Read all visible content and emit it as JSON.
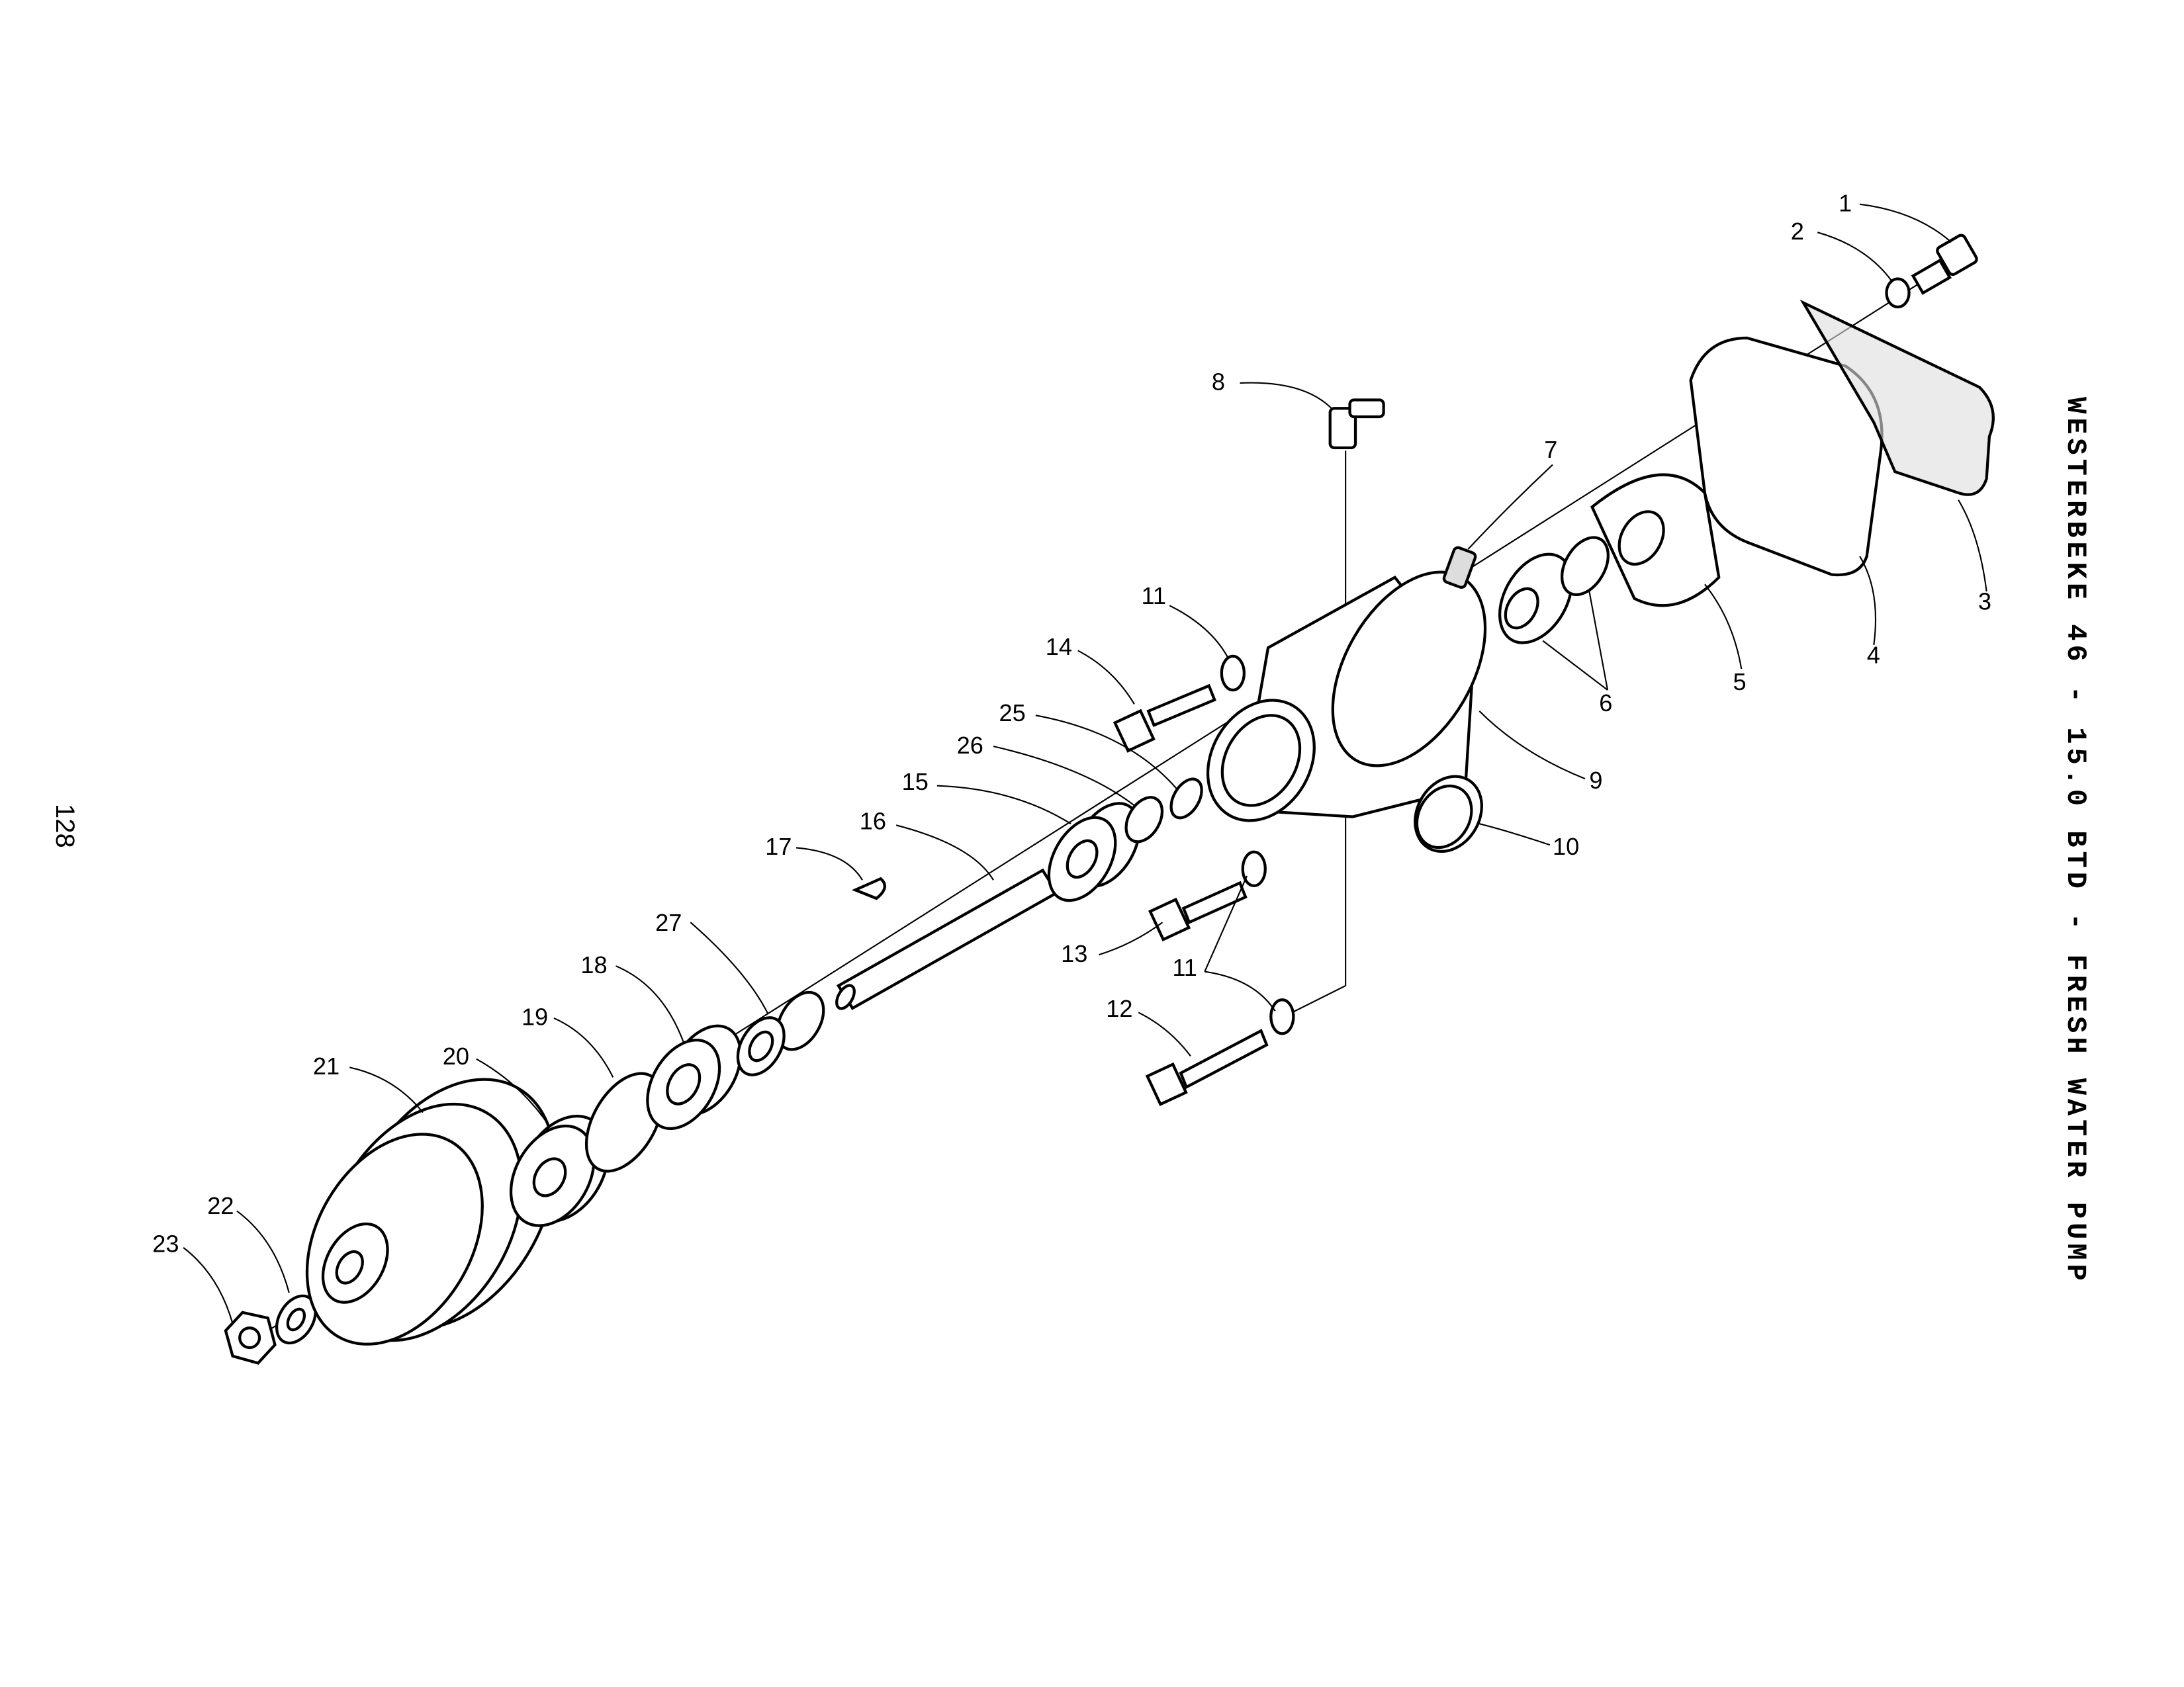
{
  "title": "WESTERBEKE 46 - 15.0 BTD - FRESH WATER PUMP",
  "page_number": "128",
  "callouts": [
    "1",
    "2",
    "3",
    "4",
    "5",
    "6",
    "7",
    "8",
    "9",
    "10",
    "11",
    "11",
    "11",
    "12",
    "13",
    "14",
    "15",
    "16",
    "17",
    "18",
    "19",
    "20",
    "21",
    "22",
    "23",
    "25",
    "26",
    "27"
  ]
}
